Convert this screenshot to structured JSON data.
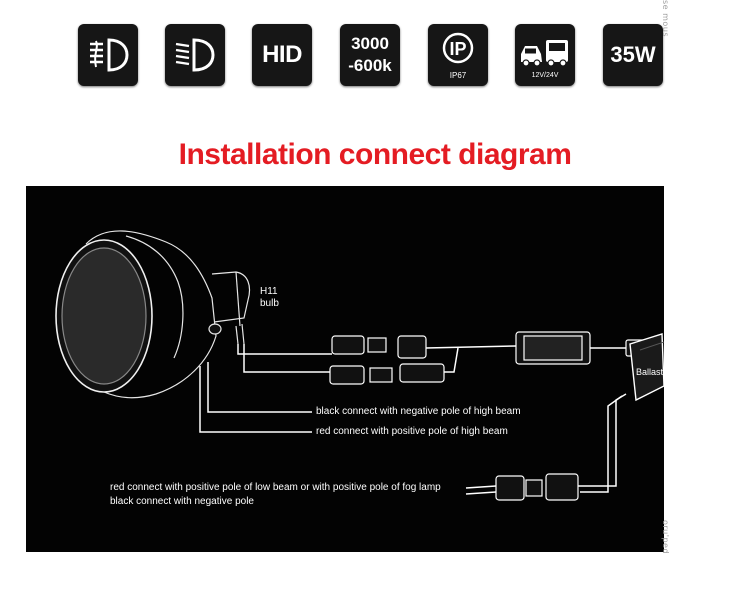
{
  "feature_icons": [
    {
      "name": "fog-light-symbol",
      "text": ""
    },
    {
      "name": "low-beam-symbol",
      "text": ""
    },
    {
      "name": "hid",
      "text": "HID"
    },
    {
      "name": "color-temperature",
      "text_line1": "3000",
      "text_line2": "-600k"
    },
    {
      "name": "waterproof-rating",
      "text": "IP",
      "subtext": "IP67"
    },
    {
      "name": "vehicle-voltage",
      "subtext": "12V/24V"
    },
    {
      "name": "wattage",
      "text": "35W"
    }
  ],
  "title": "Installation connect diagram",
  "diagram": {
    "bulb_label_line1": "H11",
    "bulb_label_line2": "bulb",
    "ballast_label": "Ballast",
    "note_high_beam_negative": "black connect with negative pole of high beam",
    "note_high_beam_positive": "red connect with positive pole of high beam",
    "note_low_beam_positive": "red connect with positive pole of low beam  or with positive pole of fog lamp",
    "note_negative": "black connect with negative pole"
  },
  "colors": {
    "title": "#e41c23",
    "panel": "#030303",
    "tile": "#161616",
    "line": "#ffffff"
  },
  "side_text": {
    "top": "se mous",
    "bottom": "oru'ped"
  }
}
